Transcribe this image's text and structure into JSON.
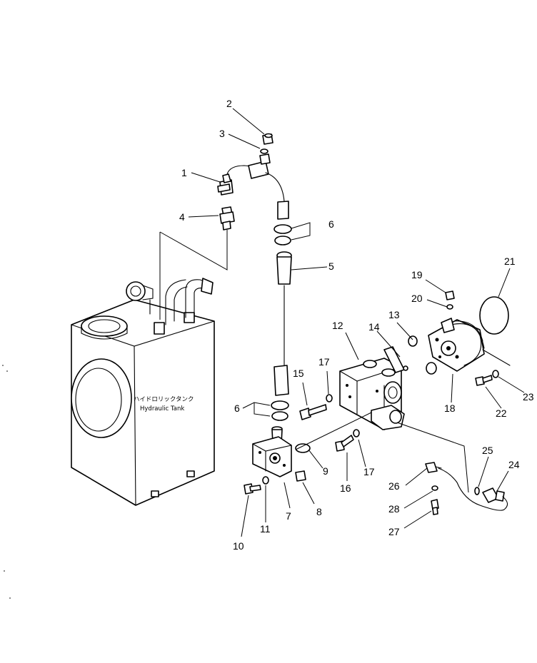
{
  "tank_label": {
    "jp": "ハイドロリックタンク",
    "en": "Hydraulic Tank"
  },
  "callouts": {
    "c1": "1",
    "c2": "2",
    "c3": "3",
    "c4": "4",
    "c5": "5",
    "c6a": "6",
    "c6b": "6",
    "c7": "7",
    "c8": "8",
    "c9": "9",
    "c10": "10",
    "c11": "11",
    "c12": "12",
    "c13": "13",
    "c14": "14",
    "c15": "15",
    "c16": "16",
    "c17a": "17",
    "c17b": "17",
    "c18": "18",
    "c19": "19",
    "c20": "20",
    "c21": "21",
    "c22": "22",
    "c23": "23",
    "c24": "24",
    "c25": "25",
    "c26": "26",
    "c27": "27",
    "c28": "28"
  }
}
